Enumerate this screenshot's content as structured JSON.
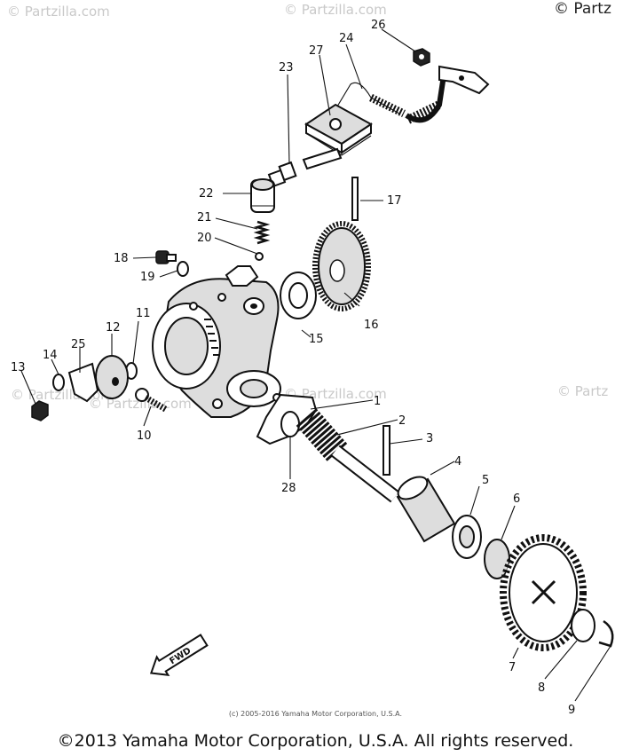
{
  "watermarks": [
    "© Partzilla.com",
    "© Partzilla.com",
    "© Partz",
    "© Partzilla.com",
    "© Partz",
    "© Partzilla.com",
    "© Partzilla.com"
  ],
  "header": {
    "copyright": "© Partz"
  },
  "fineprint": "(c) 2005-2016 Yamaha Motor Corporation, U.S.A.",
  "footer": "©2013 Yamaha Motor Corporation, U.S.A. All rights reserved.",
  "fwd_label": "FWD",
  "callouts": [
    "1",
    "2",
    "3",
    "4",
    "5",
    "6",
    "7",
    "8",
    "9",
    "10",
    "11",
    "12",
    "13",
    "14",
    "15",
    "16",
    "17",
    "18",
    "19",
    "20",
    "21",
    "22",
    "23",
    "24",
    "25",
    "26",
    "27",
    "28"
  ]
}
